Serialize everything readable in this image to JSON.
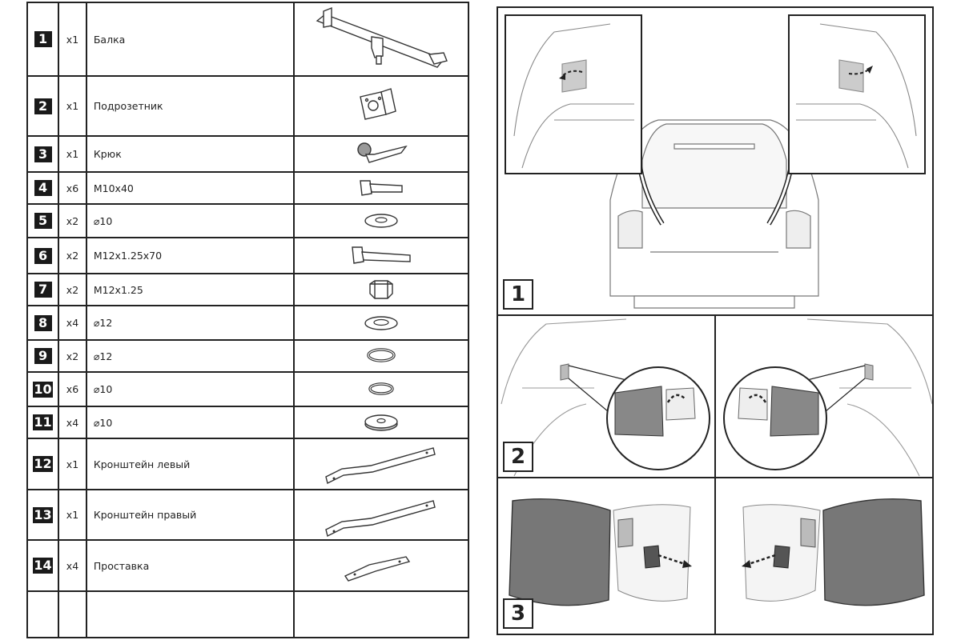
{
  "parts": [
    {
      "num": "1",
      "qty": "x1",
      "name": "Балка",
      "icon": "tow-beam-icon"
    },
    {
      "num": "2",
      "qty": "x1",
      "name": "Подрозетник",
      "icon": "socket-bracket-icon"
    },
    {
      "num": "3",
      "qty": "x1",
      "name": "Крюк",
      "icon": "hook-icon"
    },
    {
      "num": "4",
      "qty": "x6",
      "name": "M10x40",
      "icon": "bolt-icon"
    },
    {
      "num": "5",
      "qty": "x2",
      "name": "⌀10",
      "icon": "washer-icon"
    },
    {
      "num": "6",
      "qty": "x2",
      "name": "M12x1.25x70",
      "icon": "long-bolt-icon"
    },
    {
      "num": "7",
      "qty": "x2",
      "name": "M12x1.25",
      "icon": "nut-icon"
    },
    {
      "num": "8",
      "qty": "x4",
      "name": "⌀12",
      "icon": "washer-icon"
    },
    {
      "num": "9",
      "qty": "x2",
      "name": "⌀12",
      "icon": "spring-washer-icon"
    },
    {
      "num": "10",
      "qty": "x6",
      "name": "⌀10",
      "icon": "spring-washer-icon"
    },
    {
      "num": "11",
      "qty": "x4",
      "name": "⌀10",
      "icon": "wide-washer-icon"
    },
    {
      "num": "12",
      "qty": "x1",
      "name": "Кронштейн левый",
      "icon": "left-bracket-icon"
    },
    {
      "num": "13",
      "qty": "x1",
      "name": "Кронштейн правый",
      "icon": "right-bracket-icon"
    },
    {
      "num": "14",
      "qty": "x4",
      "name": "Проставка",
      "icon": "spacer-plate-icon"
    }
  ],
  "steps": [
    "1",
    "2",
    "3"
  ]
}
